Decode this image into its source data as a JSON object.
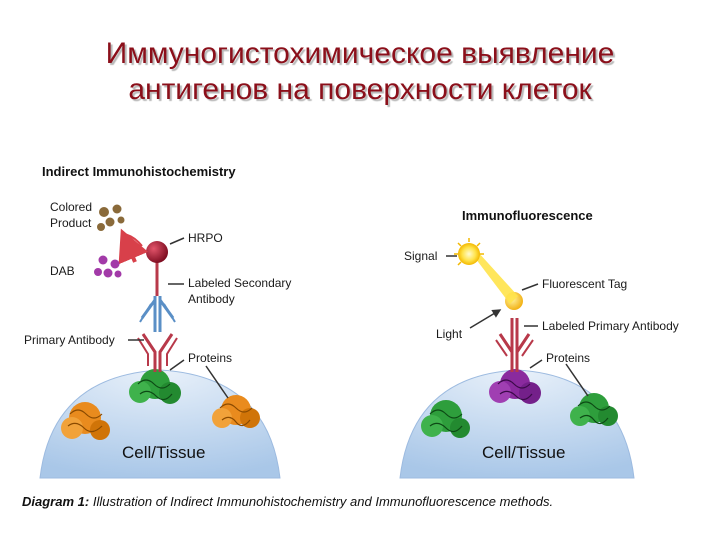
{
  "slide_title": {
    "line1": "Иммуногистохимическое выявление",
    "line2": "антигенов на поверхности клеток"
  },
  "left_panel": {
    "heading": "Indirect Immunohistochemistry",
    "colored_product_line1": "Colored",
    "colored_product_line2": "Product",
    "dab": "DAB",
    "hrpo": "HRPO",
    "labeled_secondary_line1": "Labeled Secondary",
    "labeled_secondary_line2": "Antibody",
    "primary_antibody": "Primary Antibody",
    "proteins": "Proteins",
    "cell_tissue": "Cell/Tissue"
  },
  "right_panel": {
    "heading": "Immunofluorescence",
    "signal": "Signal",
    "fluorescent_tag": "Fluorescent Tag",
    "light": "Light",
    "labeled_primary": "Labeled Primary Antibody",
    "proteins": "Proteins",
    "cell_tissue": "Cell/Tissue"
  },
  "caption": {
    "label": "Diagram 1:",
    "text": "Illustration of Indirect Immunohistochemistry and Immunofluorescence methods."
  },
  "colors": {
    "title": "#8b0f1a",
    "cell": "#bcd4ee",
    "antibody_red": "#b8394a",
    "antibody_blue": "#5a8fc6",
    "protein_green": "#2e9e3c",
    "protein_orange": "#e98b1e",
    "protein_purple": "#8a2a9e",
    "hrpo": "#a0102a",
    "product_brown": "#8a6a3a",
    "dab_purple": "#a23aa8",
    "tag_yellow": "#f5c21a"
  }
}
